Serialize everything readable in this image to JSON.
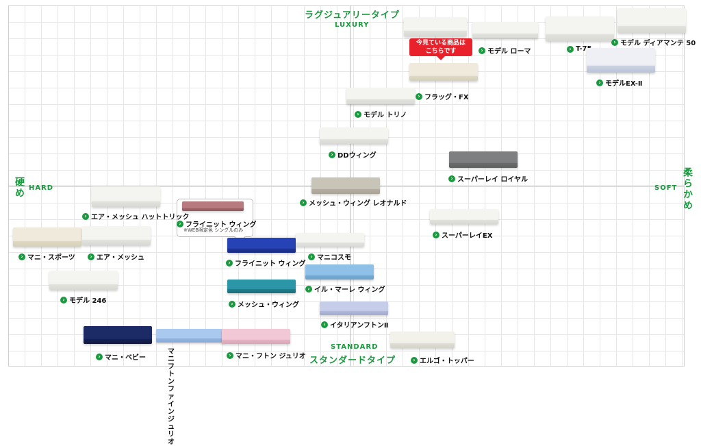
{
  "axes": {
    "top_jp": "ラグジュアリータイプ",
    "top_en": "LUXURY",
    "bottom_en": "STANDARD",
    "bottom_jp": "スタンダードタイプ",
    "left_jp": "硬め",
    "left_en": "HARD",
    "right_en": "SOFT",
    "right_jp": "柔らかめ"
  },
  "callout": {
    "line1": "今見ている商品は",
    "line2": "こちらです"
  },
  "colors": {
    "accent": "#1a9a3e",
    "callout": "#e8212a"
  },
  "products": [
    {
      "name": "モデル ローマ",
      "mat": "white"
    },
    {
      "name": "T-75",
      "mat": "white"
    },
    {
      "name": "モデル ディアマンテ 50",
      "mat": "white"
    },
    {
      "name": "モデルEX-Ⅱ",
      "mat": "quilt"
    },
    {
      "name": "フラッグ・FX",
      "mat": "cream"
    },
    {
      "name": "モデル トリノ",
      "mat": "white"
    },
    {
      "name": "DDウィング",
      "mat": "white"
    },
    {
      "name": "スーパーレイ ロイヤル",
      "mat": "gray"
    },
    {
      "name": "メッシュ・ウィング レオナルド",
      "mat": "beige"
    },
    {
      "name": "エア・メッシュ ハットトリック",
      "mat": "white"
    },
    {
      "name": "フライニット ウィング",
      "mat": "rose",
      "note": "※WEB限定色 シングルのみ"
    },
    {
      "name": "スーパーレイEX",
      "mat": "white"
    },
    {
      "name": "マニ・スポーツ",
      "mat": "cream"
    },
    {
      "name": "エア・メッシュ",
      "mat": "white"
    },
    {
      "name": "フライニット ウィング",
      "mat": "blue"
    },
    {
      "name": "マニコスモ",
      "mat": "white"
    },
    {
      "name": "モデル 246",
      "mat": "white"
    },
    {
      "name": "イル・マーレ ウィング",
      "mat": "sky"
    },
    {
      "name": "メッシュ・ウィング",
      "mat": "teal"
    },
    {
      "name": "イタリアンフトンⅡ",
      "mat": "lavender"
    },
    {
      "name": "マニ・ベビー",
      "mat": "navy"
    },
    {
      "name": "マニフトン ファインジュリオ",
      "line1": "マニフトン",
      "line2": "ファインジュリオ",
      "mat": "lightblue"
    },
    {
      "name": "マニ・フトン ジュリオ",
      "mat": "pink"
    },
    {
      "name": "エルゴ・トッパー",
      "mat": "ivory"
    },
    {
      "name": "",
      "mat": "white"
    }
  ]
}
